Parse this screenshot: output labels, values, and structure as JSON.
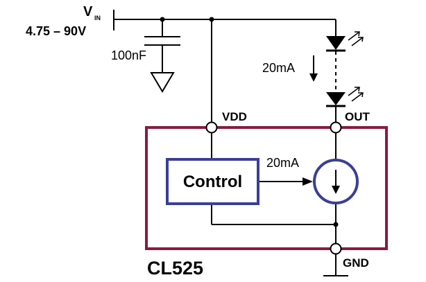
{
  "labels": {
    "vin_main": "V",
    "vin_sub": "IN",
    "vin_range": "4.75 – 90V",
    "capacitor": "100nF",
    "led_current": "20mA",
    "pin_vdd": "VDD",
    "pin_out": "OUT",
    "pin_gnd": "GND",
    "control_block": "Control",
    "source_current": "20mA",
    "chip_name": "CL525"
  },
  "colors": {
    "wire": "#000000",
    "chip_border": "#8b1a3e",
    "control_border": "#3a3f96",
    "source_ring": "#3a3f96"
  },
  "icons": {
    "led": "led-icon",
    "capacitor": "capacitor-icon",
    "ground": "ground-icon",
    "current_source": "current-source-icon"
  }
}
